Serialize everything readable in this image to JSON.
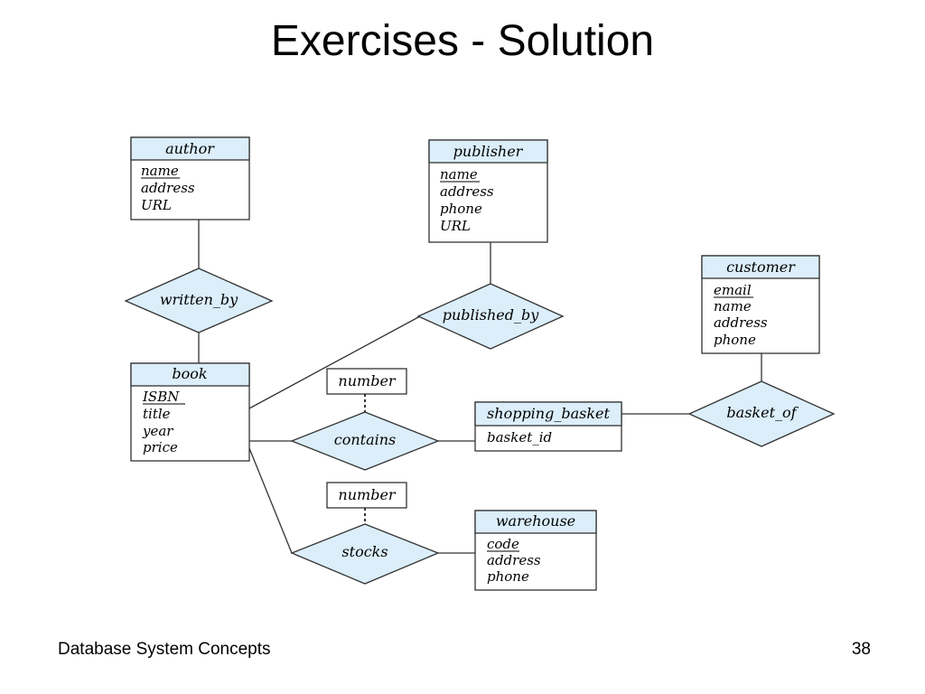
{
  "title": "Exercises - Solution",
  "footer": {
    "left": "Database System Concepts",
    "page_number": "38"
  },
  "colors": {
    "fill": "#dbeefa",
    "stroke": "#333333",
    "line": "#333333"
  },
  "entities": {
    "author": {
      "name": "author",
      "attributes": [
        "name",
        "address",
        "URL"
      ],
      "key": "name"
    },
    "publisher": {
      "name": "publisher",
      "attributes": [
        "name",
        "address",
        "phone",
        "URL"
      ],
      "key": "name"
    },
    "customer": {
      "name": "customer",
      "attributes": [
        "email",
        "name",
        "address",
        "phone"
      ],
      "key": "email"
    },
    "book": {
      "name": "book",
      "attributes": [
        "ISBN",
        "title",
        "year",
        "price"
      ],
      "key": "ISBN"
    },
    "shopping_basket": {
      "name": "shopping_basket",
      "attributes": [
        "basket_id"
      ],
      "key": "basket_id"
    },
    "warehouse": {
      "name": "warehouse",
      "attributes": [
        "code",
        "address",
        "phone"
      ],
      "key": "code"
    }
  },
  "relationships": {
    "written_by": "written_by",
    "published_by": "published_by",
    "contains": "contains",
    "basket_of": "basket_of",
    "stocks": "stocks"
  },
  "relationship_attributes": {
    "contains": "number",
    "stocks": "number"
  }
}
